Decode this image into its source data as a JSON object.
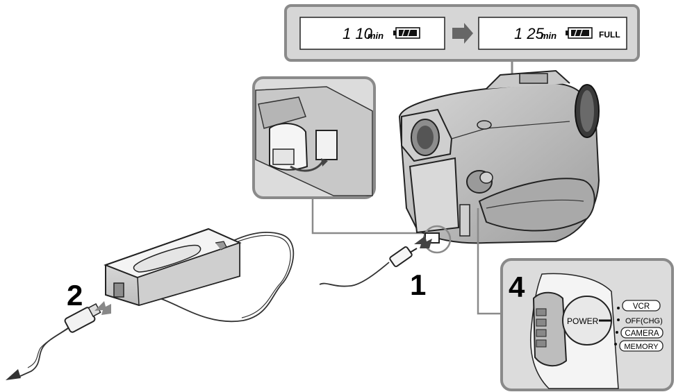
{
  "lcd_before": {
    "time": "1 10",
    "unit": "min"
  },
  "lcd_after": {
    "time": "1 25",
    "unit": "min",
    "status": "FULL"
  },
  "steps": {
    "step1": "1",
    "step2": "2",
    "step4": "4"
  },
  "power_dial": {
    "label": "POWER",
    "modes": [
      "VCR",
      "OFF(CHG)",
      "CAMERA",
      "MEMORY"
    ]
  },
  "colors": {
    "panel_border": "#8a8a8a",
    "panel_fill": "#dcdcdc",
    "device_gray": "#b9b9b9",
    "line": "#222222"
  },
  "icons": [
    "battery-icon",
    "arrow-right-icon",
    "plug-arrow-icon"
  ]
}
